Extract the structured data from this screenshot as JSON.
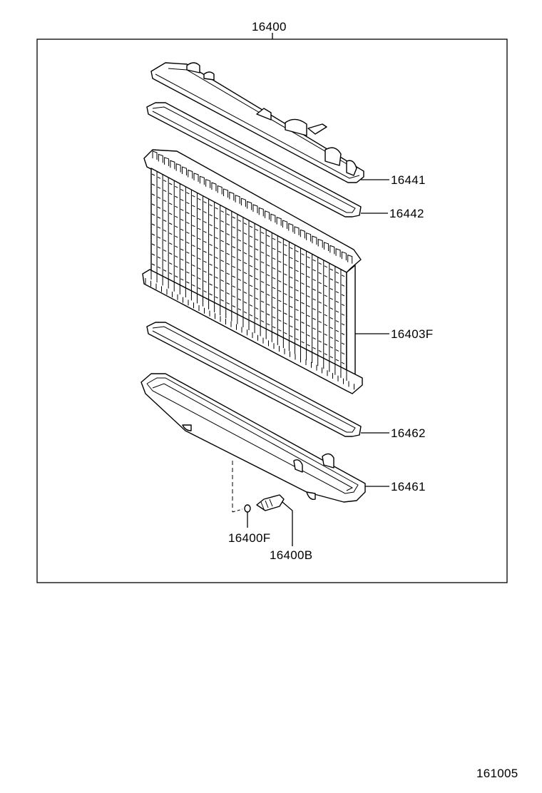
{
  "diagram": {
    "assembly_label": "16400",
    "drawing_number": "161005",
    "callouts": {
      "upper_tank": "16441",
      "upper_gasket": "16442",
      "core": "16403F",
      "lower_gasket": "16462",
      "lower_tank": "16461",
      "drain_gasket": "16400F",
      "drain_cock": "16400B"
    }
  }
}
